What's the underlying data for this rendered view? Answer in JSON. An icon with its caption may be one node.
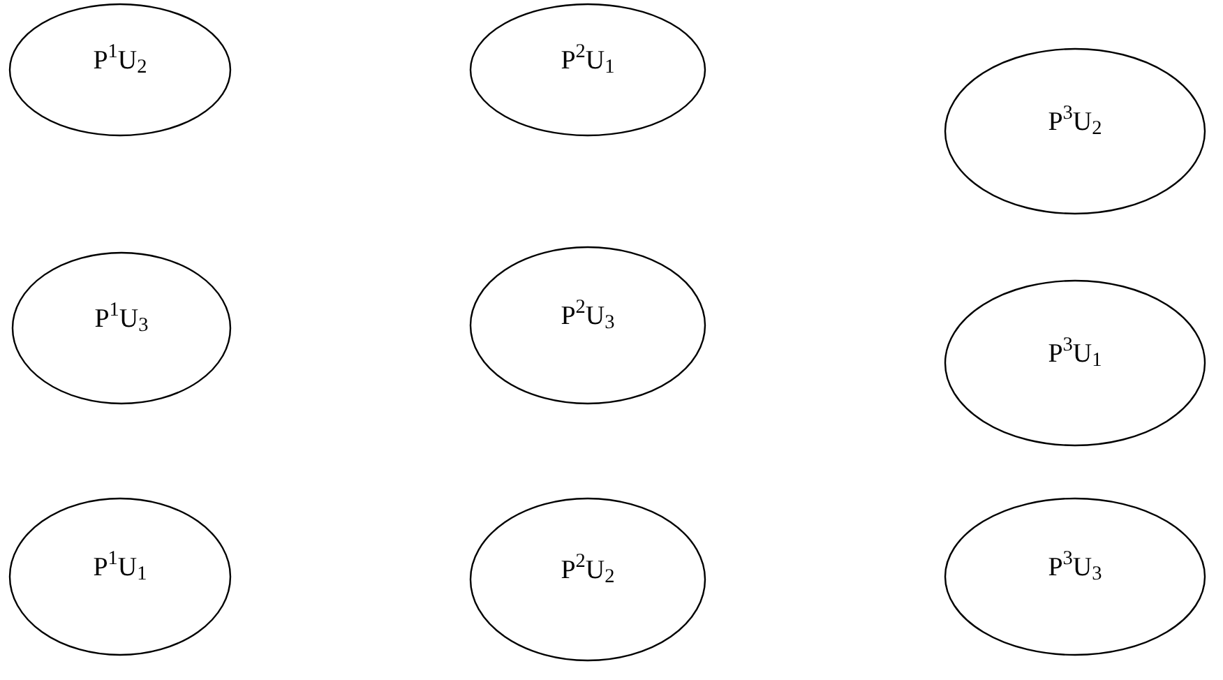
{
  "diagram": {
    "nodes": [
      {
        "text": [
          "P$^{1}$U$_{2}$"
        ]
      },
      {
        "text": [
          "P$^{2}$U$_{1}$"
        ]
      },
      {
        "text": [
          "P$^{3}$U$_{2}$"
        ]
      },
      {
        "text": [
          "P$^{1}$U$_{3}$"
        ]
      },
      {
        "text": [
          "P$^{2}$U$_{3}$"
        ]
      },
      {
        "text": [
          "P$^{3}$U$_{1}$"
        ]
      },
      {
        "text": [
          "P$^{1}$U$_{1}$"
        ]
      },
      {
        "text": [
          "P$^{2}$U$_{2}$"
        ]
      },
      {
        "text": [
          "P$^{3}$U$_{3}$"
        ]
      }
    ]
  }
}
